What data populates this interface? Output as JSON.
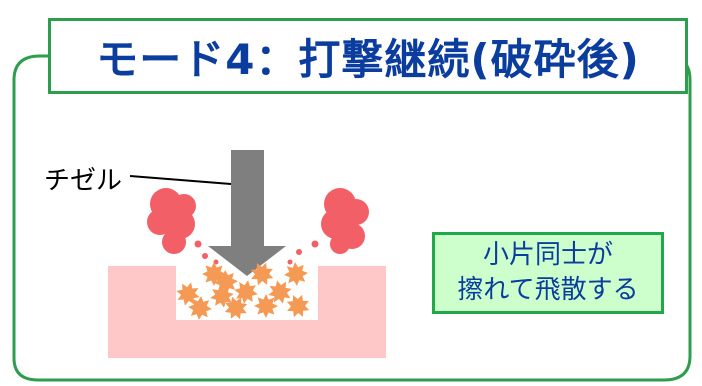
{
  "title": "モード4：打撃継続(破砕後)",
  "chisel_label": "チゼル",
  "note": {
    "line1": "小片同士が",
    "line2": "擦れて飛散する"
  },
  "colors": {
    "frame": "#2e9e4e",
    "title_text": "#0a3d9e",
    "note_fill": "#ccffcc",
    "note_border": "#21a84a",
    "note_text": "#0a3d9e",
    "material": "#ffc8c8",
    "chisel": "#7f7f7f",
    "particles": "#f59a55",
    "dust": "#f25f66"
  }
}
